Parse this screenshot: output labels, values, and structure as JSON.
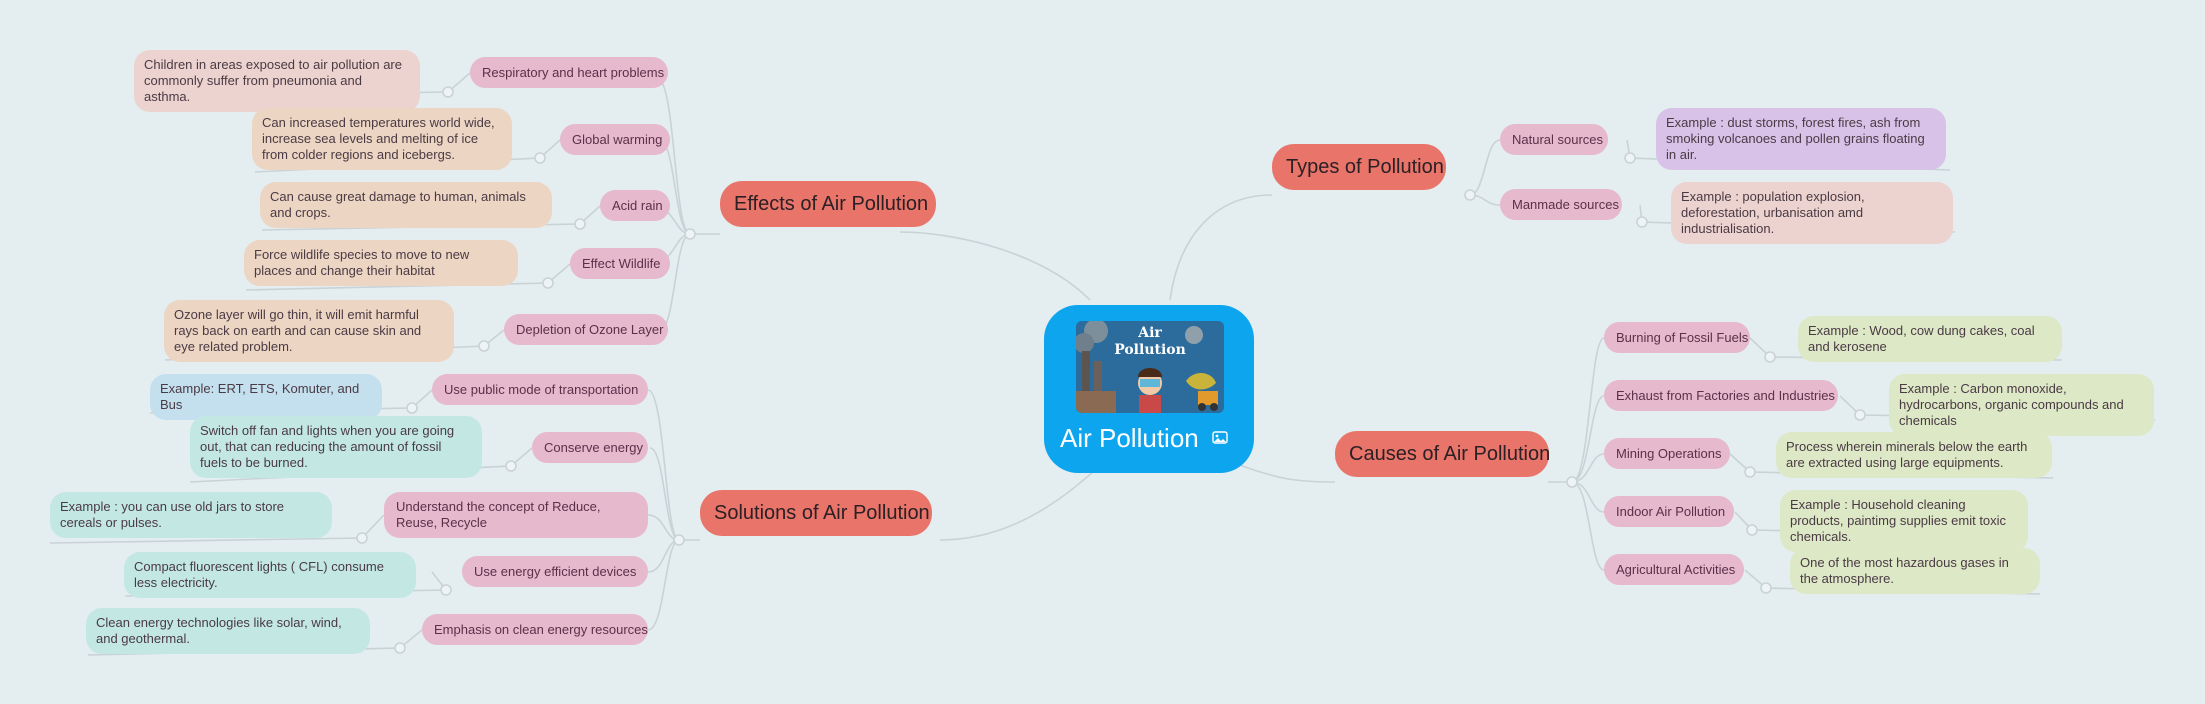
{
  "center": {
    "title": "Air Pollution",
    "image_text": "Air Pollution",
    "icon": "image-icon"
  },
  "branches": {
    "types": {
      "label": "Types of Pollution"
    },
    "effects": {
      "label": "Effects of Air Pollution"
    },
    "solutions": {
      "label": "Solutions of Air Pollution"
    },
    "causes": {
      "label": "Causes of Air Pollution"
    }
  },
  "types_items": [
    {
      "label": "Natural sources",
      "note": "Example : dust storms, forest fires, ash from smoking volcanoes and pollen grains floating in air."
    },
    {
      "label": "Manmade sources",
      "note": "Example : population explosion, deforestation, urbanisation amd industrialisation."
    }
  ],
  "effects_items": [
    {
      "label": "Respiratory and heart problems",
      "note": "Children in areas exposed to air pollution are commonly suffer from pneumonia and asthma."
    },
    {
      "label": "Global warming",
      "note": "Can increased temperatures world wide, increase sea levels and melting of ice from colder regions and icebergs."
    },
    {
      "label": "Acid rain",
      "note": "Can cause great damage to human, animals and crops."
    },
    {
      "label": "Effect Wildlife",
      "note": "Force wildlife species to move to new places and change their habitat"
    },
    {
      "label": "Depletion of Ozone Layer",
      "note": "Ozone layer will go thin, it will emit harmful rays back on earth and can cause skin and eye related problem."
    }
  ],
  "solutions_items": [
    {
      "label": "Use public mode of transportation",
      "note": "Example: ERT, ETS, Komuter, and Bus"
    },
    {
      "label": "Conserve energy",
      "note": "Switch off fan and lights when you are going out, that can reducing the amount of fossil fuels to be burned."
    },
    {
      "label": "Understand the concept of Reduce, Reuse, Recycle",
      "note": "Example : you can use old jars to store cereals or pulses."
    },
    {
      "label": "Use energy efficient devices",
      "note": "Compact fluorescent lights ( CFL) consume less electricity."
    },
    {
      "label": "Emphasis on clean energy resources",
      "note": "Clean energy technologies like solar, wind, and geothermal."
    }
  ],
  "causes_items": [
    {
      "label": "Burning of Fossil Fuels",
      "note": "Example : Wood, cow dung cakes, coal and kerosene"
    },
    {
      "label": "Exhaust from Factories and Industries",
      "note": "Example : Carbon monoxide, hydrocarbons, organic compounds and chemicals"
    },
    {
      "label": "Mining Operations",
      "note": "Process wherein minerals below the earth are extracted using large equipments."
    },
    {
      "label": "Indoor Air Pollution",
      "note": "Example : Household cleaning products, paintimg supplies emit toxic chemicals."
    },
    {
      "label": "Agricultural Activities",
      "note": "One of the most hazardous gases in the atmosphere."
    }
  ],
  "colors": {
    "background": "#e4edf0",
    "center": "#0ea5ef",
    "main": "#e8746a",
    "sub": "#e6b9cd",
    "line": "#c9d3d6"
  }
}
